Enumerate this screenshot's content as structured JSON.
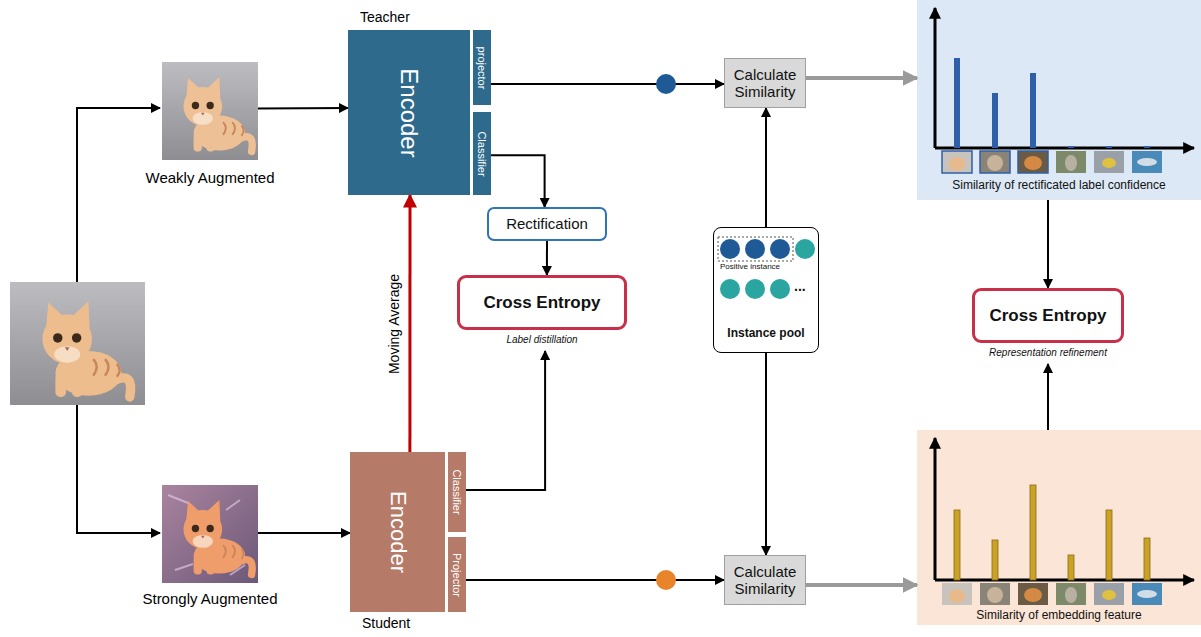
{
  "diagram": {
    "nodes": [
      {
        "text": [
          "Weakly Augmented"
        ]
      },
      {
        "text": [
          "Teacher",
          "Encoder"
        ]
      },
      {
        "text": [
          "projector"
        ]
      },
      {
        "text": [
          "Classifier"
        ]
      },
      {
        "text": [
          "Rectification"
        ]
      },
      {
        "text": [
          "Cross Entropy",
          "Label distillation"
        ]
      },
      {
        "text": [
          "Calculate Similarity"
        ]
      },
      {
        "text": [
          "Similarity of rectificated label confidence"
        ]
      },
      {
        "text": [
          "Positive instance",
          "...",
          "Instance pool"
        ]
      },
      {
        "text": [
          "Cross Entropy",
          "Representation refinement"
        ]
      },
      {
        "text": [
          "Strongly Augmented"
        ]
      },
      {
        "text": [
          "Encoder",
          "Student"
        ]
      },
      {
        "text": [
          "Classifier"
        ]
      },
      {
        "text": [
          "Projector"
        ]
      },
      {
        "text": [
          "Calculate Similarity"
        ]
      },
      {
        "text": [
          "Similarity of embedding feature"
        ]
      }
    ],
    "edges": [
      {
        "from": 0,
        "to": 1,
        "arrow": "to"
      },
      {
        "from": 3,
        "to": 4,
        "arrow": "to"
      },
      {
        "from": 4,
        "to": 5,
        "arrow": "to"
      },
      {
        "from": 12,
        "to": 5,
        "arrow": "to"
      },
      {
        "from": 2,
        "to": 6,
        "arrow": "to"
      },
      {
        "from": 8,
        "to": 6,
        "arrow": "to"
      },
      {
        "from": 8,
        "to": 14,
        "arrow": "to"
      },
      {
        "from": 6,
        "to": 7,
        "arrow": "to"
      },
      {
        "from": 7,
        "to": 9,
        "arrow": "to"
      },
      {
        "from": 10,
        "to": 11,
        "arrow": "to"
      },
      {
        "from": 13,
        "to": 14,
        "arrow": "to"
      },
      {
        "from": 14,
        "to": 15,
        "arrow": "to"
      },
      {
        "from": 15,
        "to": 9,
        "arrow": "to"
      },
      {
        "from": 11,
        "to": 1,
        "label": "Moving Average",
        "arrow": "to"
      }
    ]
  }
}
